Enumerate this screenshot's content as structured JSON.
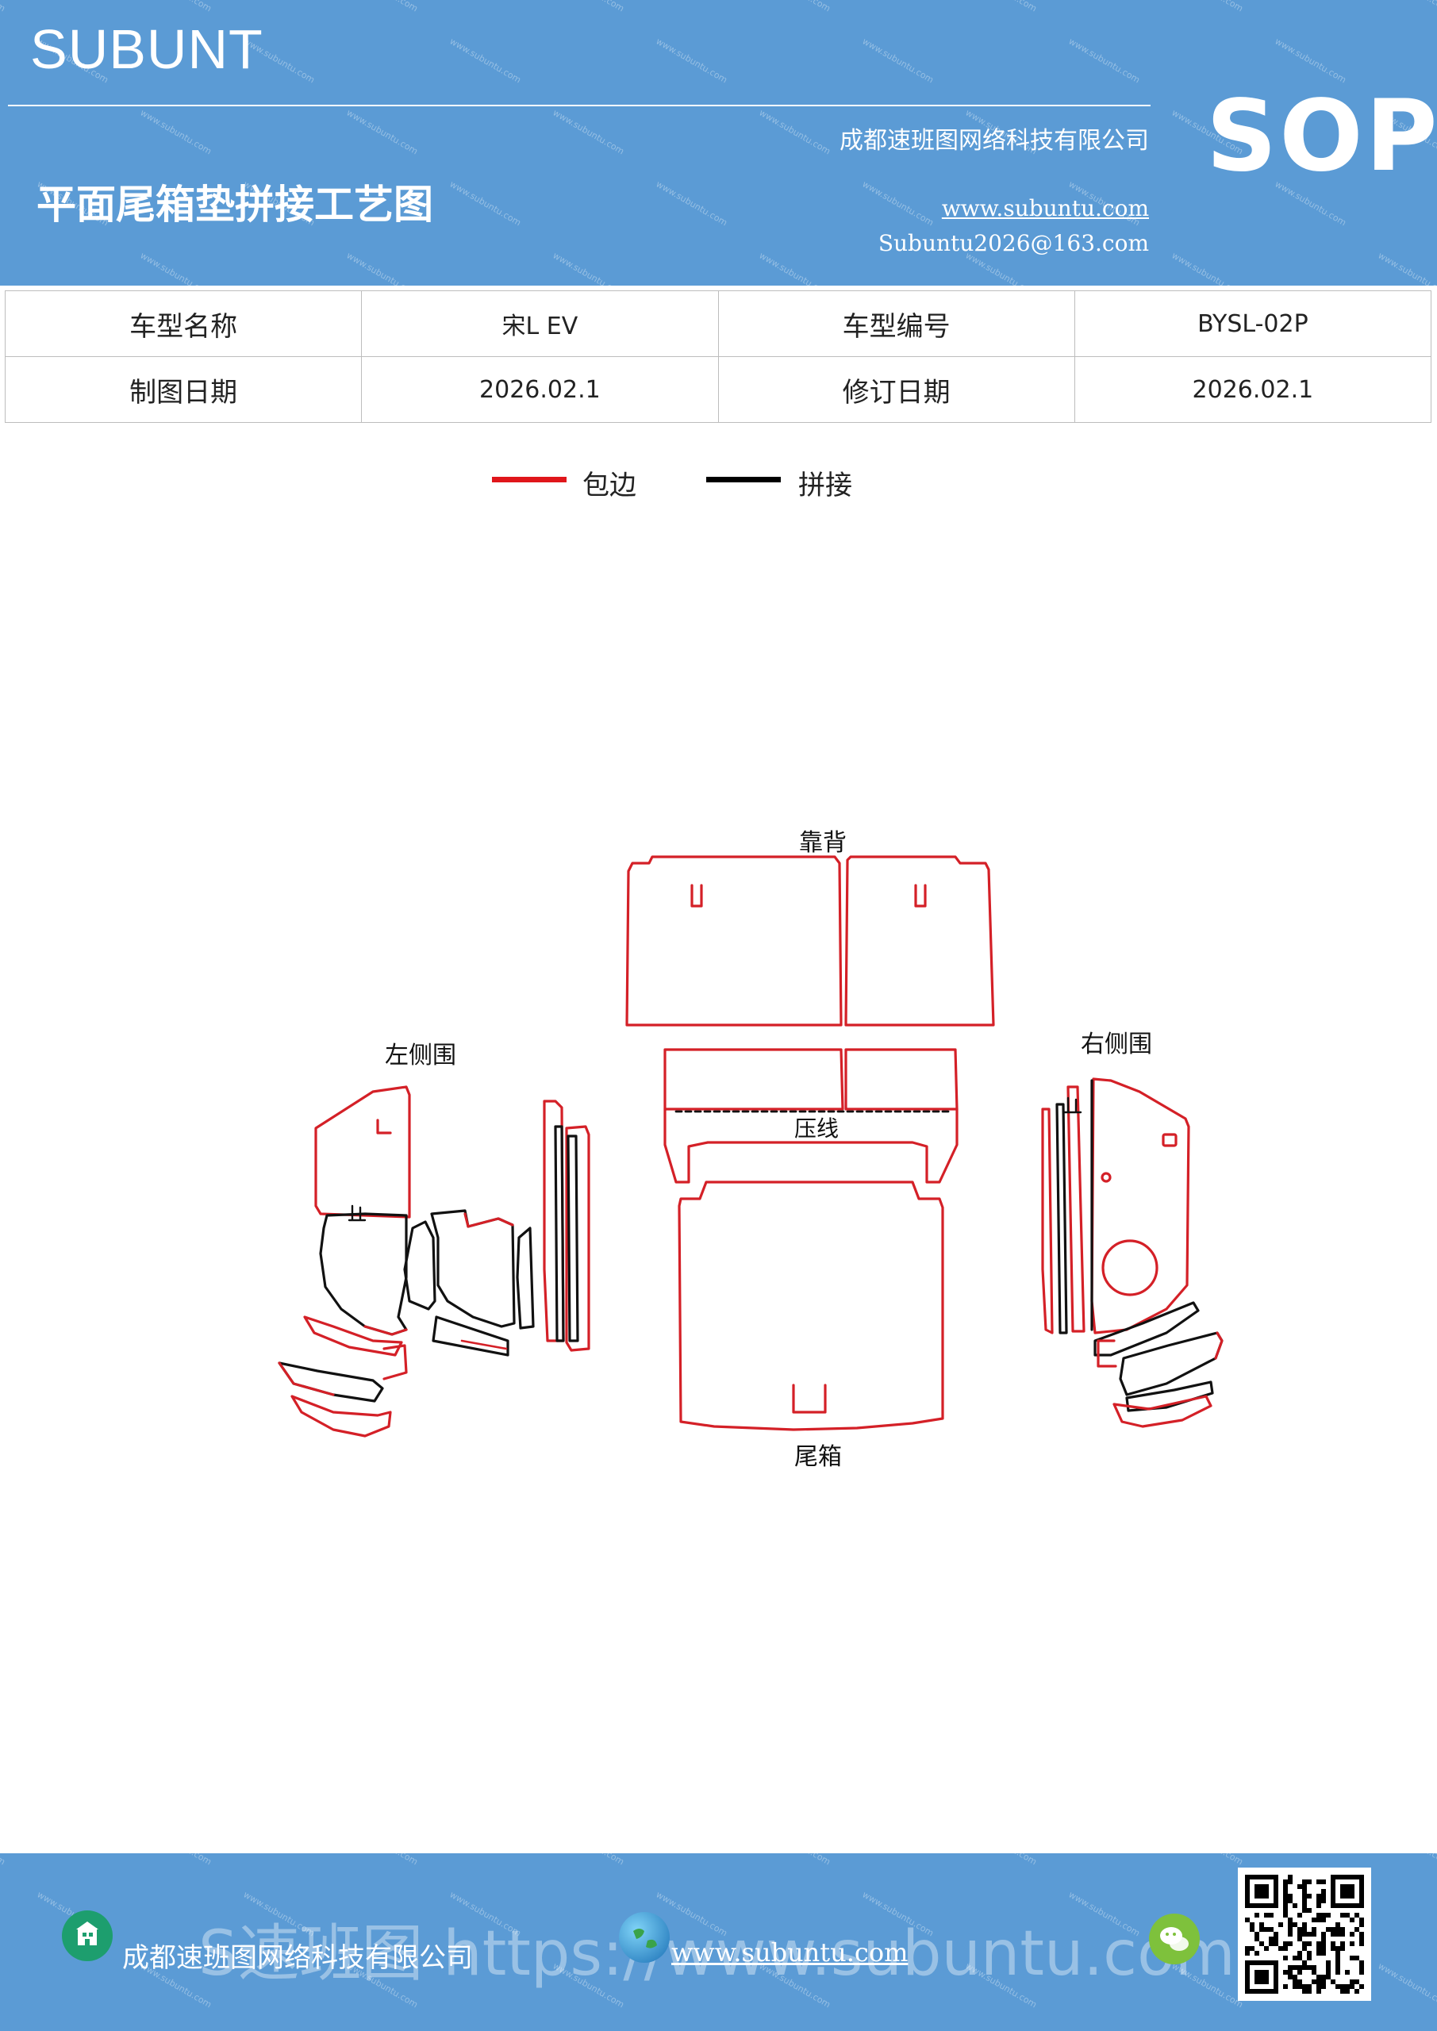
{
  "header": {
    "brand": "SUBUNT",
    "title": "平面尾箱垫拼接工艺图",
    "company": "成都速班图网络科技有限公司",
    "url": "www.subuntu.com",
    "email": "Subuntu2026@163.com",
    "sop": "SOP"
  },
  "info_table": {
    "rows": [
      [
        "车型名称",
        "宋L EV",
        "车型编号",
        "BYSL-02P"
      ],
      [
        "制图日期",
        "2026.02.1",
        "修订日期",
        "2026.02.1"
      ]
    ]
  },
  "legend": {
    "items": [
      {
        "label": "包边",
        "color": "#e0161b"
      },
      {
        "label": "拼接",
        "color": "#000000"
      }
    ]
  },
  "diagram": {
    "labels": {
      "backrest": "靠背",
      "left_side": "左侧围",
      "right_side": "右侧围",
      "crease": "压线",
      "trunk": "尾箱"
    },
    "edge_color": "#d42027",
    "joint_color": "#111111"
  },
  "footer": {
    "company": "成都速班图网络科技有限公司",
    "url": "www.subuntu.com",
    "watermark": "S速班图 https://www.subuntu.com"
  }
}
